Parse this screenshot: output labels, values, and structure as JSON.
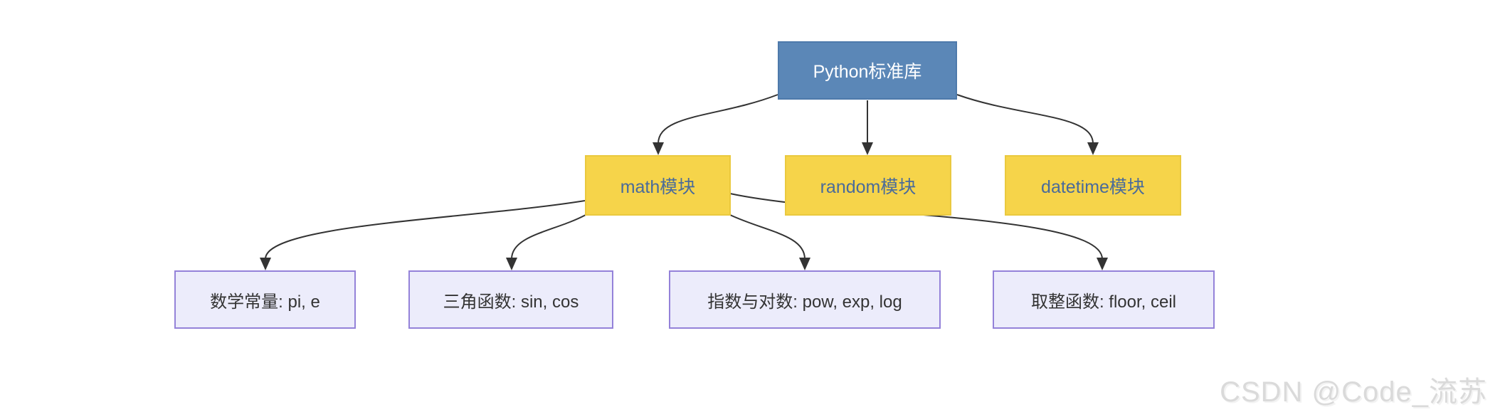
{
  "diagram": {
    "root_node": {
      "label": "Python标准库"
    },
    "module_nodes": [
      {
        "id": "math",
        "label": "math模块"
      },
      {
        "id": "random",
        "label": "random模块"
      },
      {
        "id": "datetime",
        "label": "datetime模块"
      }
    ],
    "feature_nodes": [
      {
        "id": "constants",
        "label": "数学常量: pi, e"
      },
      {
        "id": "trig",
        "label": "三角函数: sin, cos"
      },
      {
        "id": "explog",
        "label": "指数与对数: pow, exp, log"
      },
      {
        "id": "rounding",
        "label": "取整函数: floor, ceil"
      }
    ],
    "edges": [
      {
        "from": "Python标准库",
        "to": "math模块"
      },
      {
        "from": "Python标准库",
        "to": "random模块"
      },
      {
        "from": "Python标准库",
        "to": "datetime模块"
      },
      {
        "from": "math模块",
        "to": "数学常量: pi, e"
      },
      {
        "from": "math模块",
        "to": "三角函数: sin, cos"
      },
      {
        "from": "math模块",
        "to": "指数与对数: pow, exp, log"
      },
      {
        "from": "math模块",
        "to": "取整函数: floor, ceil"
      }
    ],
    "colors": {
      "root_fill": "#5b87b7",
      "root_border": "#4e7aab",
      "root_text": "#ffffff",
      "module_fill": "#f6d44a",
      "module_border": "#eac93f",
      "module_text": "#4a6b9a",
      "feature_fill": "#ececfb",
      "feature_border": "#9482d9",
      "feature_text": "#333333",
      "edge": "#333333",
      "background": "#ffffff"
    }
  },
  "watermark": {
    "text": "CSDN @Code_流苏",
    "color": "#dadada"
  }
}
